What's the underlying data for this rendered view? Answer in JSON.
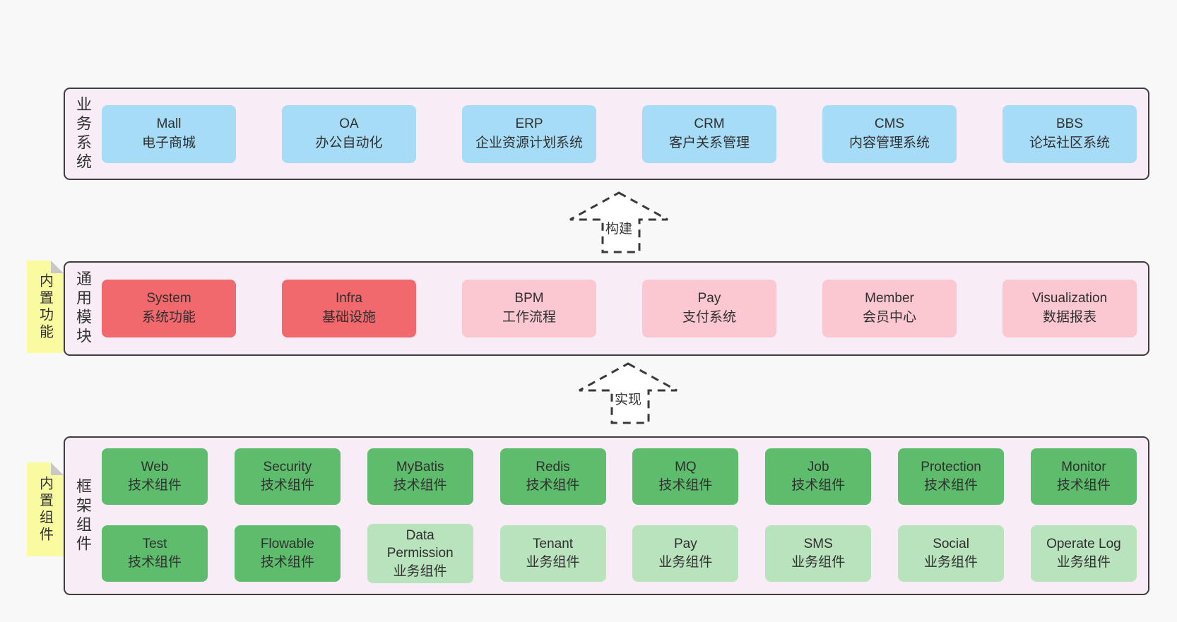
{
  "colors": {
    "page_bg": "#f8f8f8",
    "band_bg": "#f8edf6",
    "border": "#3e3e3e",
    "blue_box": "#a7dcf7",
    "red_box": "#f1696d",
    "pink_box": "#fbc8d2",
    "green_dark_box": "#5ebd6c",
    "green_light_box": "#b8e3bc",
    "note_yellow": "#fafaa1",
    "note_fold_gray": "#c8c8c8",
    "text": "#333333"
  },
  "arrows": [
    {
      "label": "构建"
    },
    {
      "label": "实现"
    }
  ],
  "bands": [
    {
      "label": "业务系统",
      "boxes": [
        {
          "title": "Mall",
          "subtitle": "电子商城"
        },
        {
          "title": "OA",
          "subtitle": "办公自动化"
        },
        {
          "title": "ERP",
          "subtitle": "企业资源计划系统"
        },
        {
          "title": "CRM",
          "subtitle": "客户关系管理"
        },
        {
          "title": "CMS",
          "subtitle": "内容管理系统"
        },
        {
          "title": "BBS",
          "subtitle": "论坛社区系统"
        }
      ]
    },
    {
      "label": "通用模块",
      "note": "内置功能",
      "boxes": [
        {
          "title": "System",
          "subtitle": "系统功能"
        },
        {
          "title": "Infra",
          "subtitle": "基础设施"
        },
        {
          "title": "BPM",
          "subtitle": "工作流程"
        },
        {
          "title": "Pay",
          "subtitle": "支付系统"
        },
        {
          "title": "Member",
          "subtitle": "会员中心"
        },
        {
          "title": "Visualization",
          "subtitle": "数据报表"
        }
      ]
    },
    {
      "label": "框架组件",
      "note": "内置组件",
      "rows": [
        [
          {
            "title": "Web",
            "subtitle": "技术组件"
          },
          {
            "title": "Security",
            "subtitle": "技术组件"
          },
          {
            "title": "MyBatis",
            "subtitle": "技术组件"
          },
          {
            "title": "Redis",
            "subtitle": "技术组件"
          },
          {
            "title": "MQ",
            "subtitle": "技术组件"
          },
          {
            "title": "Job",
            "subtitle": "技术组件"
          },
          {
            "title": "Protection",
            "subtitle": "技术组件"
          },
          {
            "title": "Monitor",
            "subtitle": "技术组件"
          }
        ],
        [
          {
            "title": "Test",
            "subtitle": "技术组件"
          },
          {
            "title": "Flowable",
            "subtitle": "技术组件"
          },
          {
            "title": "Data Permission",
            "subtitle": "业务组件"
          },
          {
            "title": "Tenant",
            "subtitle": "业务组件"
          },
          {
            "title": "Pay",
            "subtitle": "业务组件"
          },
          {
            "title": "SMS",
            "subtitle": "业务组件"
          },
          {
            "title": "Social",
            "subtitle": "业务组件"
          },
          {
            "title": "Operate Log",
            "subtitle": "业务组件"
          }
        ]
      ]
    }
  ]
}
